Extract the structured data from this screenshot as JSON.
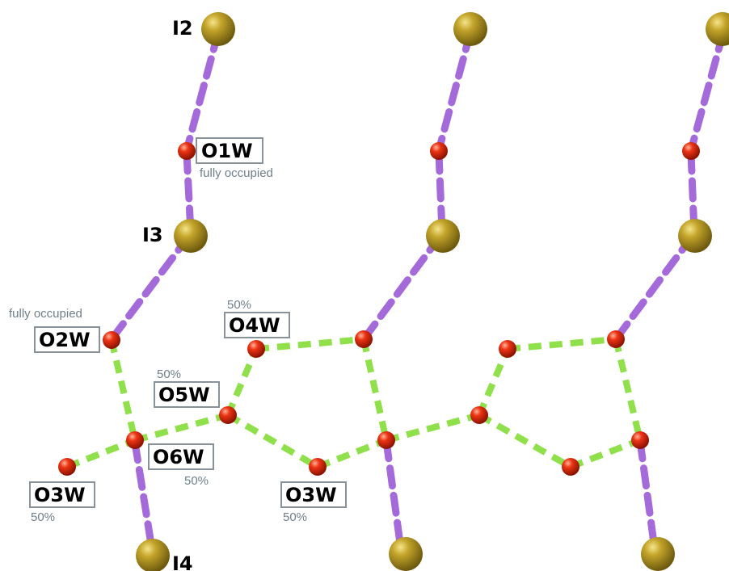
{
  "colors": {
    "iodine": "#b09420",
    "oxygen": "#e52a12",
    "iodine_water_bond": "#a56ad9",
    "water_water_bond": "#8fe04a",
    "label_box_border": "#8a9299",
    "note_text": "#6f7f8a"
  },
  "labels": {
    "I2": "I2",
    "I3": "I3",
    "I4": "I4",
    "O1W": "O1W",
    "O2W": "O2W",
    "O3W_left": "O3W",
    "O3W_mid": "O3W",
    "O4W": "O4W",
    "O5W": "O5W",
    "O6W": "O6W"
  },
  "notes": {
    "O1W_occupancy": "fully occupied",
    "O2W_occupancy": "fully occupied",
    "O4W_occupancy": "50%",
    "O5W_occupancy": "50%",
    "O6W_occupancy": "50%",
    "O3W_left_occupancy": "50%",
    "O3W_mid_occupancy": "50%"
  }
}
